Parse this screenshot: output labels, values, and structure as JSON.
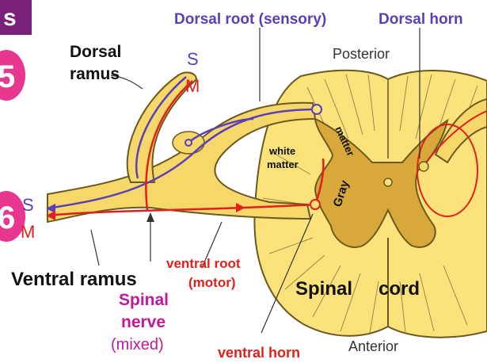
{
  "colors": {
    "cord_fill": "#fbe27a",
    "cord_stroke": "#6b5a1f",
    "gray_fill": "#d8a93a",
    "nerve_fill": "#f6d76a",
    "sensory": "#5a3fb8",
    "motor": "#e0201c",
    "label_blue": "#5a3fb8",
    "label_red": "#e0201c",
    "label_magenta": "#c0189a",
    "badge": "#e8378f"
  },
  "corner": {
    "tab_text": "s",
    "badge_5": "5",
    "badge_6": "6"
  },
  "labels": {
    "dorsal_root": "Dorsal root (sensory)",
    "dorsal_horn": "Dorsal horn",
    "posterior": "Posterior",
    "dorsal_ramus_line1": "Dorsal",
    "dorsal_ramus_line2": "ramus",
    "ramus_s": "S",
    "ramus_m": "M",
    "white_matter_line1": "white",
    "white_matter_line2": "matter",
    "gray_matter_word1": "matter",
    "gray_matter_word2": "Gray",
    "ventral_ramus": "Ventral ramus",
    "nerve_s": "S",
    "nerve_m": "M",
    "ventral_root_line1": "ventral root",
    "ventral_root_line2": "(motor)",
    "spinal": "Spinal",
    "cord": "cord",
    "spinal_nerve_line1": "Spinal",
    "spinal_nerve_line2": "nerve",
    "spinal_nerve_line3": "(mixed)",
    "ventral_horn": "ventral horn",
    "anterior": "Anterior"
  }
}
